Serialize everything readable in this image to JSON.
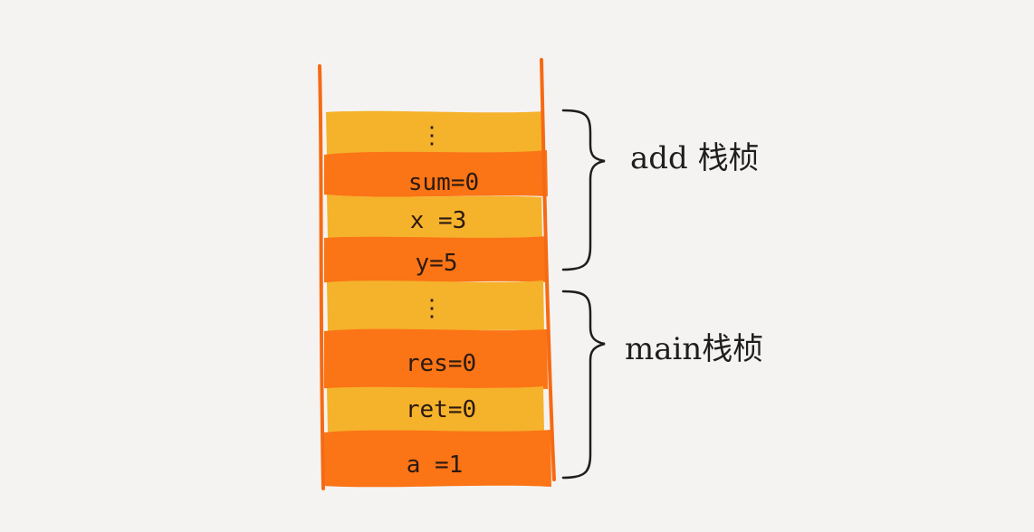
{
  "stack": {
    "cells": [
      {
        "text": "⋮",
        "color": "#f5b22b"
      },
      {
        "text": "sum=0",
        "color": "#fb7416"
      },
      {
        "text": "x =3",
        "color": "#f5b22b"
      },
      {
        "text": "y=5",
        "color": "#fb7416"
      },
      {
        "text": "⋮",
        "color": "#f5b22b"
      },
      {
        "text": "res=0",
        "color": "#fb7416"
      },
      {
        "text": "ret=0",
        "color": "#f5b22b"
      },
      {
        "text": "a =1",
        "color": "#fb7416"
      }
    ],
    "wall_color": "#f56a14"
  },
  "frames": {
    "add": {
      "label": "add 栈桢"
    },
    "main": {
      "label": "main栈桢"
    }
  }
}
